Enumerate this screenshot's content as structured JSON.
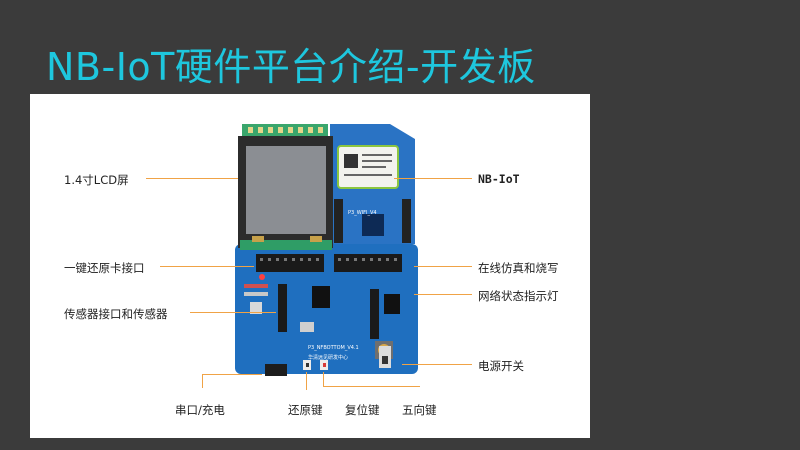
{
  "slide": {
    "title": "NB-IoT硬件平台介绍-开发板"
  },
  "board": {
    "labels": {
      "lcd": "1.4寸LCD屏",
      "sim": "一键还原卡接口",
      "sensor": "传感器接口和传感器",
      "serial": "串口/充电",
      "restore": "还原键",
      "reset": "复位键",
      "joystick": "五向键",
      "nbiot": "NB-IoT",
      "debug": "在线仿真和烧写",
      "netled": "网络状态指示灯",
      "power": "电源开关"
    },
    "silkscreen": {
      "top_module": "P3_WIFI_V4",
      "bottom_board": "P3_NFBOTTOM_V4.1",
      "brand": "华清远见研发中心"
    }
  },
  "colors": {
    "title": "#1ec7de",
    "background": "#3b3b3b",
    "pcb_blue": "#1f6fbf",
    "leader": "#f0a346"
  }
}
